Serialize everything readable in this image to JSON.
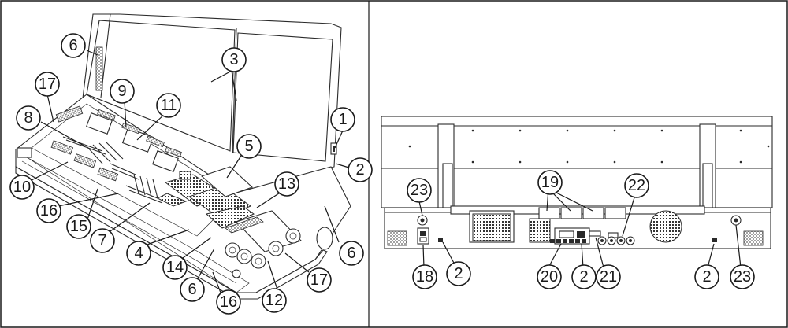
{
  "figure": {
    "left_view": "front",
    "right_view": "rear"
  },
  "callouts": [
    {
      "id": "c1",
      "view": "front",
      "label": "1"
    },
    {
      "id": "c2a",
      "view": "front",
      "label": "2"
    },
    {
      "id": "c3",
      "view": "front",
      "label": "3"
    },
    {
      "id": "c4",
      "view": "front",
      "label": "4"
    },
    {
      "id": "c5",
      "view": "front",
      "label": "5"
    },
    {
      "id": "c6a",
      "view": "front",
      "label": "6"
    },
    {
      "id": "c6b",
      "view": "front",
      "label": "6"
    },
    {
      "id": "c6c",
      "view": "front",
      "label": "6"
    },
    {
      "id": "c7",
      "view": "front",
      "label": "7"
    },
    {
      "id": "c8",
      "view": "front",
      "label": "8"
    },
    {
      "id": "c9",
      "view": "front",
      "label": "9"
    },
    {
      "id": "c10",
      "view": "front",
      "label": "10"
    },
    {
      "id": "c11",
      "view": "front",
      "label": "11"
    },
    {
      "id": "c12",
      "view": "front",
      "label": "12"
    },
    {
      "id": "c13",
      "view": "front",
      "label": "13"
    },
    {
      "id": "c14",
      "view": "front",
      "label": "14"
    },
    {
      "id": "c15",
      "view": "front",
      "label": "15"
    },
    {
      "id": "c16a",
      "view": "front",
      "label": "16"
    },
    {
      "id": "c16b",
      "view": "front",
      "label": "16"
    },
    {
      "id": "c17a",
      "view": "front",
      "label": "17"
    },
    {
      "id": "c17b",
      "view": "front",
      "label": "17"
    },
    {
      "id": "c18",
      "view": "rear",
      "label": "18"
    },
    {
      "id": "c19",
      "view": "rear",
      "label": "19"
    },
    {
      "id": "c20",
      "view": "rear",
      "label": "20"
    },
    {
      "id": "c21",
      "view": "rear",
      "label": "21"
    },
    {
      "id": "c22",
      "view": "rear",
      "label": "22"
    },
    {
      "id": "c23a",
      "view": "rear",
      "label": "23"
    },
    {
      "id": "c23b",
      "view": "rear",
      "label": "23"
    },
    {
      "id": "c2b",
      "view": "rear",
      "label": "2"
    },
    {
      "id": "c2c",
      "view": "rear",
      "label": "2"
    },
    {
      "id": "c2d",
      "view": "rear",
      "label": "2"
    }
  ]
}
